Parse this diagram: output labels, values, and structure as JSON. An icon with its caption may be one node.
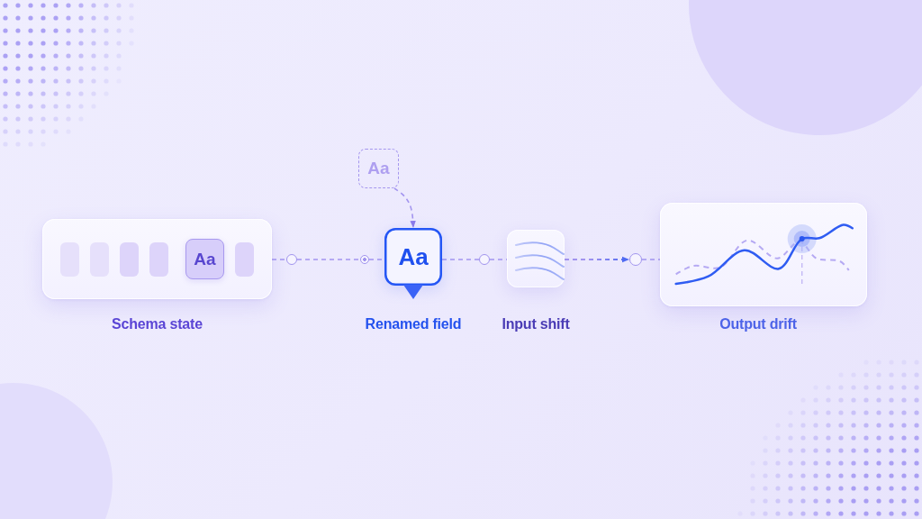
{
  "diagram": {
    "nodes": [
      {
        "text": [
          "Schema state"
        ]
      },
      {
        "text": [],
        "shape": "box",
        "in": 0
      },
      {
        "text": [],
        "shape": "box",
        "in": 0
      },
      {
        "text": [],
        "shape": "box",
        "in": 0
      },
      {
        "text": [],
        "shape": "box",
        "in": 0
      },
      {
        "text": [
          "Aa"
        ],
        "in": 0
      },
      {
        "text": [],
        "shape": "box",
        "in": 0
      },
      {
        "text": [],
        "shape": "circle"
      },
      {
        "text": [
          "Aa"
        ]
      },
      {
        "text": [],
        "shape": "circle"
      },
      {
        "text": [
          "Aa",
          "Renamed field"
        ]
      },
      {
        "text": [],
        "shape": "circle"
      },
      {
        "text": [
          "Input shift"
        ]
      },
      {
        "text": [],
        "shape": "circle"
      },
      {
        "text": [
          "Output drift"
        ]
      }
    ],
    "edges": [
      {
        "from": 0,
        "to": 7,
        "arrow": "none",
        "style": "dashed"
      },
      {
        "from": 7,
        "to": 9,
        "arrow": "none",
        "style": "dashed"
      },
      {
        "from": 9,
        "to": 10,
        "arrow": "none",
        "style": "dashed"
      },
      {
        "from": 8,
        "to": 10,
        "arrow": "to",
        "style": "dashed"
      },
      {
        "from": 10,
        "to": 11,
        "arrow": "none",
        "style": "dashed"
      },
      {
        "from": 11,
        "to": 12,
        "arrow": "none",
        "style": "dashed"
      },
      {
        "from": 12,
        "to": 13,
        "arrow": "to",
        "style": "dashed",
        "color": "#4f6af2"
      },
      {
        "from": 13,
        "to": 14,
        "arrow": "none",
        "style": "dashed"
      }
    ]
  }
}
